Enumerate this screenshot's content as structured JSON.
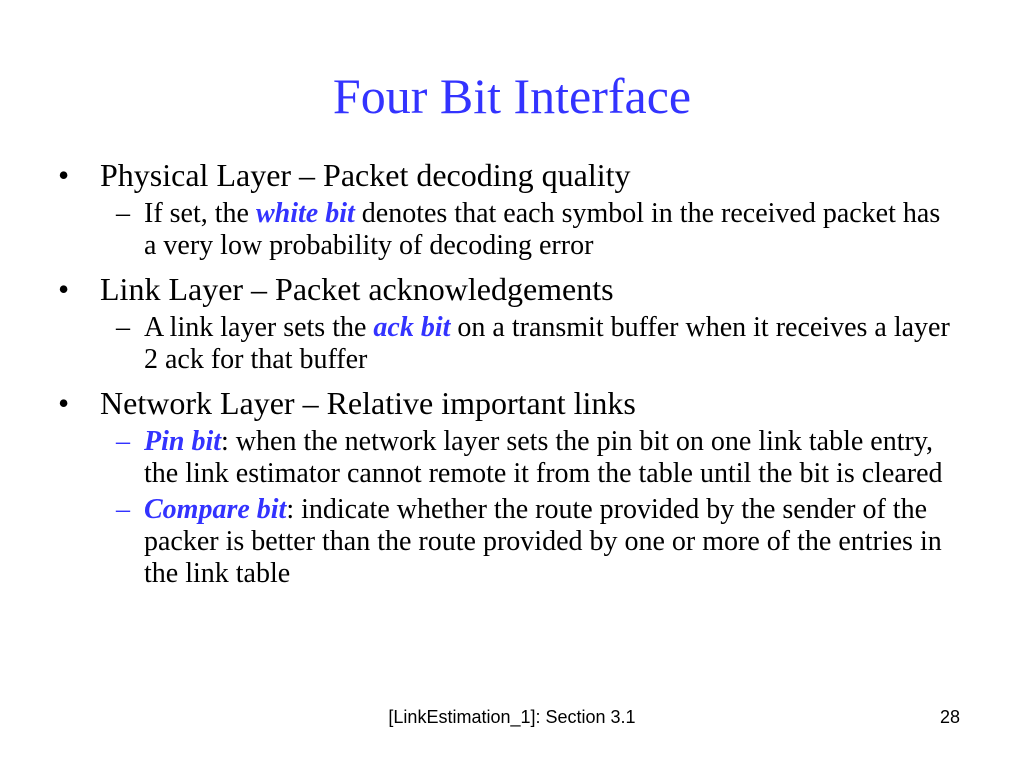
{
  "slide": {
    "title": "Four Bit Interface",
    "bullets": [
      {
        "marker": "•",
        "text": "Physical Layer – Packet decoding quality",
        "subs": [
          {
            "marker": "–",
            "before": "If set, the ",
            "emphasis": "white bit",
            "after": " denotes that each symbol in the received packet has a very low probability of decoding error"
          }
        ]
      },
      {
        "marker": "•",
        "text": "Link Layer – Packet acknowledgements",
        "subs": [
          {
            "marker": "–",
            "before": "A link layer sets the ",
            "emphasis": "ack bit",
            "after": " on a transmit buffer when it receives a layer 2 ack for that buffer"
          }
        ]
      },
      {
        "marker": "•",
        "text": "Network Layer – Relative important links",
        "subs": [
          {
            "marker": "–",
            "before": "",
            "emphasis": "Pin bit",
            "after": ": when the network layer sets the pin bit on one link table entry, the link estimator cannot remote it from the table until the bit is cleared"
          },
          {
            "marker": "–",
            "before": "",
            "emphasis": "Compare bit",
            "after": ": indicate whether the route provided by the sender of the packer is better than the route provided by one or more of the entries in the link table"
          }
        ]
      }
    ],
    "footer": "[LinkEstimation_1]: Section 3.1",
    "page_number": "28"
  },
  "colors": {
    "accent": "#3333ff",
    "text": "#000000",
    "background": "#ffffff"
  }
}
